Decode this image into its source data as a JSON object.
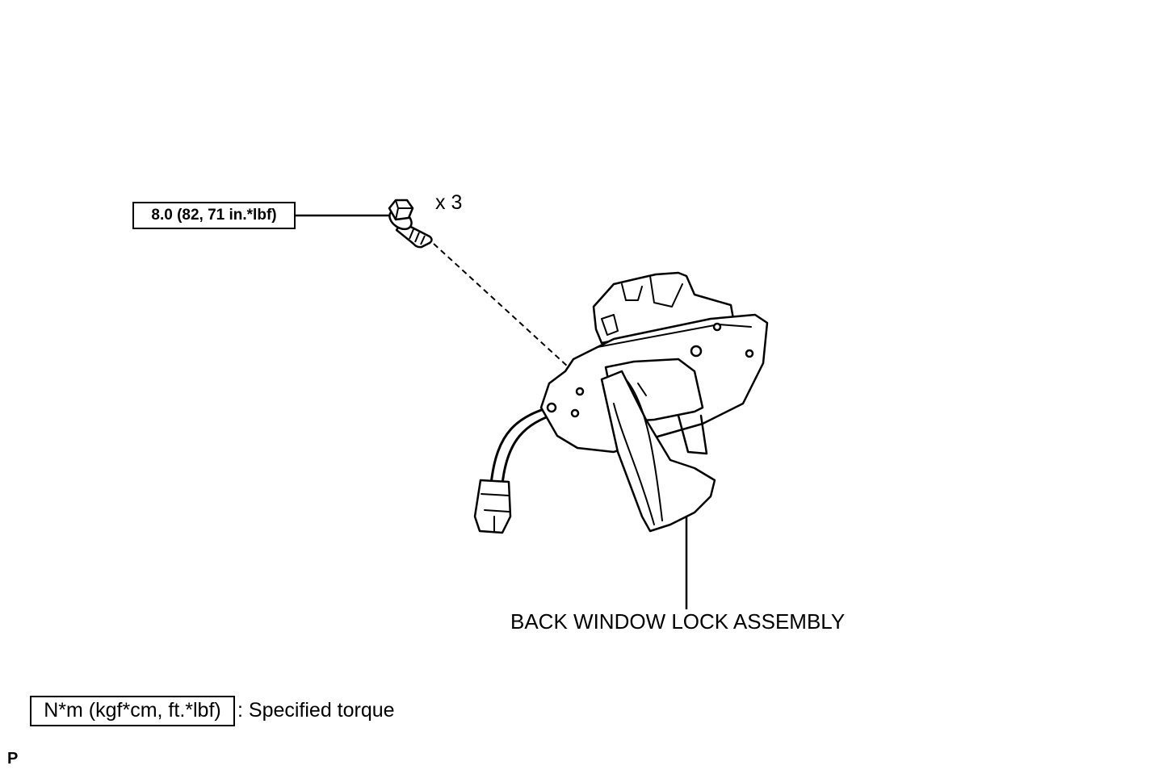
{
  "torque_callout": {
    "value_text": "8.0 (82, 71 in.*lbf)"
  },
  "bolt": {
    "quantity_text": "x 3",
    "icon": "flange-bolt-icon"
  },
  "part": {
    "label": "BACK WINDOW LOCK ASSEMBLY",
    "icon": "lock-assembly-illustration"
  },
  "legend": {
    "boxed_text": "N*m (kgf*cm, ft.*lbf)",
    "description": ": Specified torque"
  },
  "corner_code": "P"
}
